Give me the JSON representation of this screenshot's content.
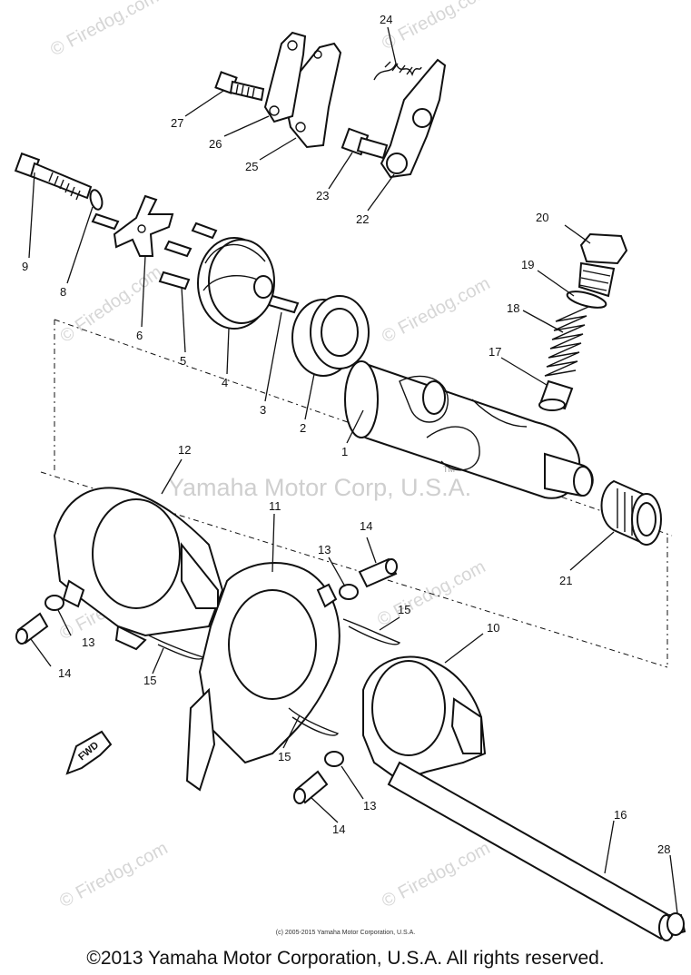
{
  "watermarks": {
    "site": "© Firedog.com",
    "center": "Yamaha Motor Corp, U.S.A.",
    "tm": "TM"
  },
  "diagram": {
    "fwd_label": "FWD",
    "callouts": [
      "24",
      "27",
      "26",
      "25",
      "23",
      "22",
      "9",
      "8",
      "6",
      "5",
      "4",
      "3",
      "2",
      "1",
      "20",
      "19",
      "18",
      "17",
      "12",
      "11",
      "14",
      "13",
      "15",
      "10",
      "21",
      "16",
      "28"
    ]
  },
  "footer": {
    "small_copyright": "(c) 2005-2015 Yamaha Motor Corporation, U.S.A.",
    "copyright": "©2013 Yamaha Motor Corporation, U.S.A. All rights reserved."
  }
}
